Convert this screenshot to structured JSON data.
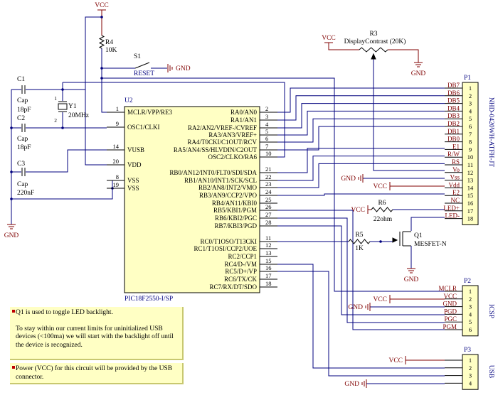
{
  "colors": {
    "wire": "#00007f",
    "power": "#800000",
    "part": "#000000",
    "chip_fill": "#ffffc4",
    "label": "#00007f",
    "net_label": "#800000"
  },
  "power": {
    "vcc": "VCC",
    "gnd": "GND"
  },
  "parts": {
    "r4": {
      "ref": "R4",
      "value": "10K"
    },
    "s1": {
      "ref": "S1",
      "value": "RESET"
    },
    "r3": {
      "ref": "R3",
      "value": "DisplayContrast (20K)"
    },
    "c1": {
      "ref": "C1",
      "type": "Cap",
      "value": "18pF"
    },
    "c2": {
      "ref": "C2",
      "type": "Cap",
      "value": "18pF"
    },
    "c3": {
      "ref": "C3",
      "type": "Cap",
      "value": "220nF"
    },
    "y1": {
      "ref": "Y1",
      "value": "20MHz",
      "pin1": "1",
      "pin2": "2"
    },
    "r6": {
      "ref": "R6",
      "value": "22ohm"
    },
    "r5": {
      "ref": "R5",
      "value": "1K"
    },
    "q1": {
      "ref": "Q1",
      "value": "MESFET-N"
    }
  },
  "u2": {
    "ref": "U2",
    "part": "PIC18F2550-I/SP",
    "left_pins": [
      {
        "num": "1",
        "name": "MCLR/VPP/RE3"
      },
      {
        "num": "9",
        "name": "OSC1/CLKI"
      },
      {
        "num": "14",
        "name": "VUSB"
      },
      {
        "num": "20",
        "name": "VDD"
      },
      {
        "num": "8",
        "name": "VSS"
      },
      {
        "num": "19",
        "name": "VSS"
      }
    ],
    "right_pins": [
      {
        "num": "2",
        "name": "RA0/AN0"
      },
      {
        "num": "3",
        "name": "RA1/AN1"
      },
      {
        "num": "4",
        "name": "RA2/AN2/VREF-/CVREF"
      },
      {
        "num": "5",
        "name": "RA3/AN3/VREF+"
      },
      {
        "num": "6",
        "name": "RA4/T0CKI/C1OUT/RCV"
      },
      {
        "num": "7",
        "name": "RA5/AN4/SS/HLVDIN/C2OUT"
      },
      {
        "num": "10",
        "name": "OSC2/CLKO/RA6"
      },
      {
        "num": "21",
        "name": "RB0/AN12/INT0/FLT0/SDI/SDA"
      },
      {
        "num": "22",
        "name": "RB1/AN10/INT1/SCK/SCL"
      },
      {
        "num": "23",
        "name": "RB2/AN8/INT2/VMO"
      },
      {
        "num": "24",
        "name": "RB3/AN9/CCP2/VPO"
      },
      {
        "num": "25",
        "name": "RB4/AN11/KBI0"
      },
      {
        "num": "26",
        "name": "RB5/KBI1/PGM"
      },
      {
        "num": "27",
        "name": "RB6/KBI2/PGC"
      },
      {
        "num": "28",
        "name": "RB7/KBI3/PGD"
      },
      {
        "num": "11",
        "name": "RC0/T1OSO/T13CKI"
      },
      {
        "num": "12",
        "name": "RC1/T1OSI/CCP2/UOE"
      },
      {
        "num": "13",
        "name": "RC2/CCP1"
      },
      {
        "num": "15",
        "name": "RC4/D-/VM"
      },
      {
        "num": "16",
        "name": "RC5/D+/VP"
      },
      {
        "num": "17",
        "name": "RC6/TX/CK"
      },
      {
        "num": "18",
        "name": "RC7/RX/DT/SDO"
      }
    ]
  },
  "p1": {
    "ref": "P1",
    "part": "NHD-0420WH-ATFH-JT",
    "pins": [
      {
        "num": "1",
        "net": "DB7"
      },
      {
        "num": "2",
        "net": "DB6"
      },
      {
        "num": "3",
        "net": "DB5"
      },
      {
        "num": "4",
        "net": "DB4"
      },
      {
        "num": "5",
        "net": "DB3"
      },
      {
        "num": "6",
        "net": "DB2"
      },
      {
        "num": "7",
        "net": "DB1"
      },
      {
        "num": "8",
        "net": "DB0"
      },
      {
        "num": "9",
        "net": "E1"
      },
      {
        "num": "10",
        "net": "R/W"
      },
      {
        "num": "11",
        "net": "RS"
      },
      {
        "num": "12",
        "net": "Vo"
      },
      {
        "num": "13",
        "net": "Vss"
      },
      {
        "num": "14",
        "net": "Vdd"
      },
      {
        "num": "15",
        "net": "E2"
      },
      {
        "num": "16",
        "net": "NC"
      },
      {
        "num": "17",
        "net": "LED+"
      },
      {
        "num": "18",
        "net": "LED-"
      }
    ]
  },
  "p2": {
    "ref": "P2",
    "part": "ICSP",
    "pins": [
      {
        "num": "1",
        "net": "MCLR"
      },
      {
        "num": "2",
        "net": "VCC"
      },
      {
        "num": "3",
        "net": "GND"
      },
      {
        "num": "4",
        "net": "PGD"
      },
      {
        "num": "5",
        "net": "PGC"
      },
      {
        "num": "6",
        "net": "PGM"
      }
    ]
  },
  "p3": {
    "ref": "P3",
    "part": "USB",
    "pins": [
      {
        "num": "1"
      },
      {
        "num": "2"
      },
      {
        "num": "3"
      },
      {
        "num": "4"
      }
    ]
  },
  "notes": [
    {
      "paragraphs": [
        "Q1 is used to toggle LED backlight.",
        "To stay within our current limits for uninitialized USB devices (<100ma) we will start with the backlight off until the device is recognized."
      ]
    },
    {
      "paragraphs": [
        "Power (VCC) for this circuit will be provided by the USB connector."
      ]
    }
  ]
}
